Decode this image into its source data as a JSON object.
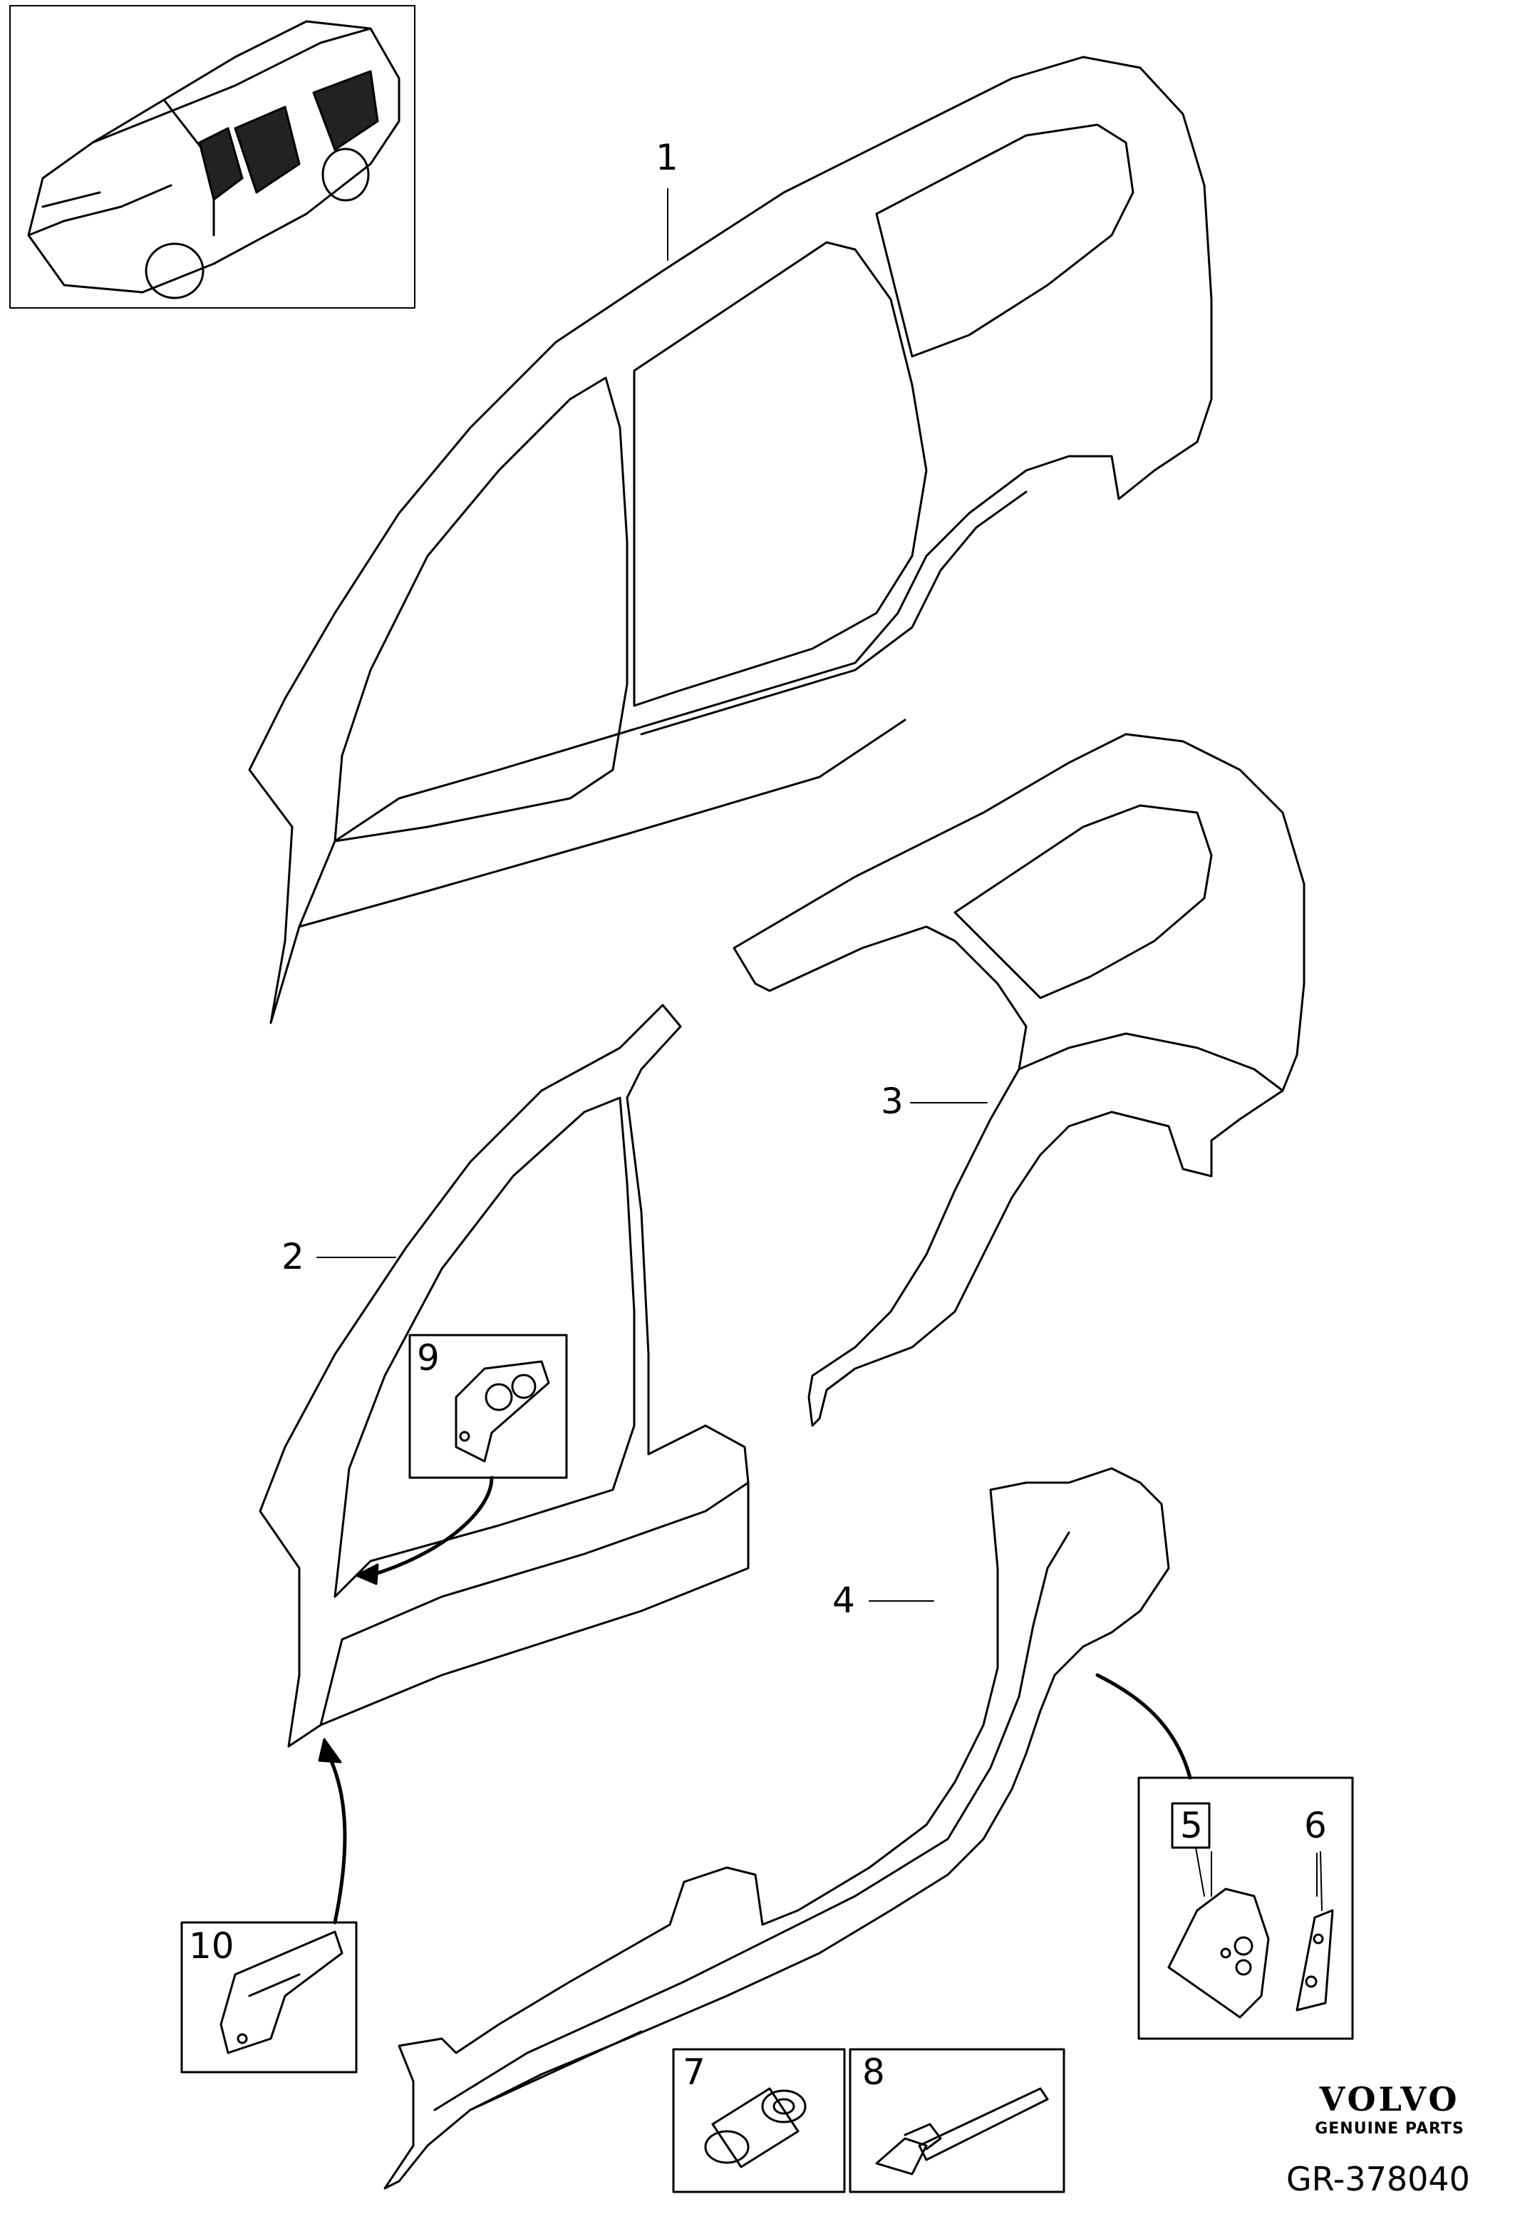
{
  "callouts": {
    "c1": "1",
    "c2": "2",
    "c3": "3",
    "c4": "4",
    "c5": "5",
    "c6": "6",
    "c7": "7",
    "c8": "8",
    "c9": "9",
    "c10": "10"
  },
  "brand": {
    "logo": "VOLVO",
    "tagline": "GENUINE PARTS"
  },
  "figure_ref": "GR-378040"
}
